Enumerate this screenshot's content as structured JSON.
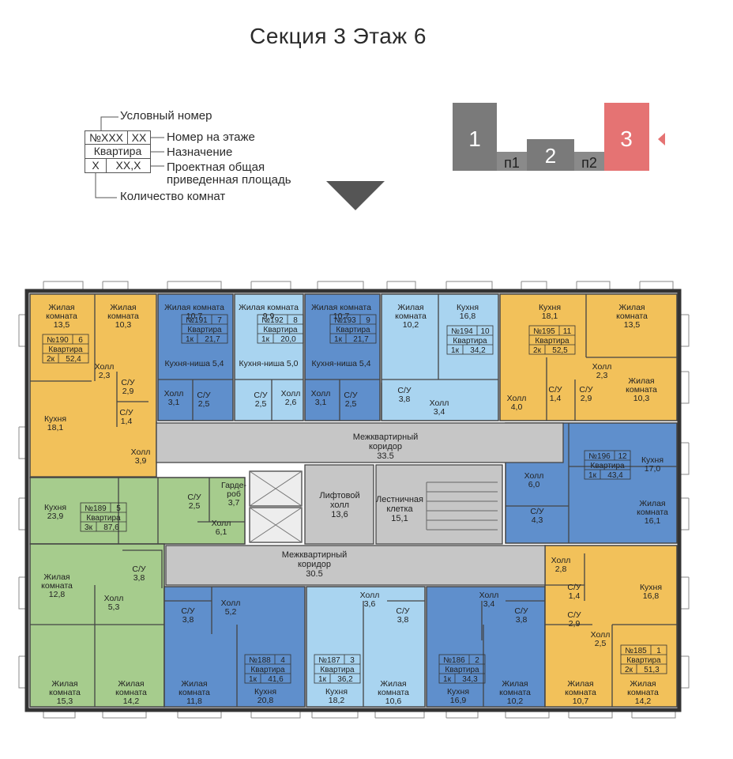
{
  "title": "Секция 3 Этаж 6",
  "legend": {
    "conditional_number": "Условный номер",
    "floor_number": "Номер на этаже",
    "purpose": "Назначение",
    "area_line1": "Проектная общая",
    "area_line2": "приведенная площадь",
    "room_count": "Количество комнат",
    "sample_number": "№XXX",
    "sample_floor": "XX",
    "sample_purpose": "Квартира",
    "sample_rooms": "X",
    "sample_area": "XX,X"
  },
  "sections": {
    "s1": "1",
    "p1": "п1",
    "s2": "2",
    "p2": "п2",
    "s3": "3"
  },
  "colors": {
    "yellow": "#f2c15a",
    "green": "#a6cc8d",
    "blue_dark": "#5f8fcc",
    "blue_light": "#a9d4f0",
    "corridor": "#c6c6c6",
    "section_gray": "#7a7a7a",
    "section_active": "#e57373"
  },
  "corridors": {
    "top": {
      "l1": "Межквартирный",
      "l2": "коридор",
      "a": "33.5"
    },
    "bottom": {
      "l1": "Межквартирный",
      "l2": "коридор",
      "a": "30.5"
    },
    "lift": {
      "l1": "Лифтовой",
      "l2": "холл",
      "a": "13,6"
    },
    "stair": {
      "l1": "Лестничная",
      "l2": "клетка",
      "a": "15,1"
    }
  },
  "apartments": [
    {
      "id": "a190",
      "n": "№190",
      "f": "6",
      "p": "Квартира",
      "r": "2к",
      "a": "52,4"
    },
    {
      "id": "a191",
      "n": "№191",
      "f": "7",
      "p": "Квартира",
      "r": "1к",
      "a": "21,7"
    },
    {
      "id": "a192",
      "n": "№192",
      "f": "8",
      "p": "Квартира",
      "r": "1к",
      "a": "20,0"
    },
    {
      "id": "a193",
      "n": "№193",
      "f": "9",
      "p": "Квартира",
      "r": "1к",
      "a": "21,7"
    },
    {
      "id": "a194",
      "n": "№194",
      "f": "10",
      "p": "Квартира",
      "r": "1к",
      "a": "34,2"
    },
    {
      "id": "a195",
      "n": "№195",
      "f": "11",
      "p": "Квартира",
      "r": "2к",
      "a": "52,5"
    },
    {
      "id": "a196",
      "n": "№196",
      "f": "12",
      "p": "Квартира",
      "r": "1к",
      "a": "43,4"
    },
    {
      "id": "a189",
      "n": "№189",
      "f": "5",
      "p": "Квартира",
      "r": "3к",
      "a": "87,6"
    },
    {
      "id": "a188",
      "n": "№188",
      "f": "4",
      "p": "Квартира",
      "r": "1к",
      "a": "41,6"
    },
    {
      "id": "a187",
      "n": "№187",
      "f": "3",
      "p": "Квартира",
      "r": "1к",
      "a": "36,2"
    },
    {
      "id": "a186",
      "n": "№186",
      "f": "2",
      "p": "Квартира",
      "r": "1к",
      "a": "34,3"
    },
    {
      "id": "a185",
      "n": "№185",
      "f": "1",
      "p": "Квартира",
      "r": "2к",
      "a": "51,3"
    }
  ],
  "rooms": [
    {
      "l": [
        "Жилая",
        "комната"
      ],
      "a": "13,5"
    },
    {
      "l": [
        "Жилая",
        "комната"
      ],
      "a": "10,3"
    },
    {
      "l": [
        "Холл"
      ],
      "a": "2,3"
    },
    {
      "l": [
        "С/У"
      ],
      "a": "2,9"
    },
    {
      "l": [
        "Кухня"
      ],
      "a": "18,1"
    },
    {
      "l": [
        "С/У"
      ],
      "a": "1,4"
    },
    {
      "l": [
        "Холл"
      ],
      "a": "3,9"
    },
    {
      "l": [
        "Жилая комната"
      ],
      "a": "10,7"
    },
    {
      "l": [
        "Кухня-ниша 5,4"
      ],
      "a": ""
    },
    {
      "l": [
        "Холл"
      ],
      "a": "3,1"
    },
    {
      "l": [
        "С/У"
      ],
      "a": "2,5"
    },
    {
      "l": [
        "Жилая комната"
      ],
      "a": "9,9"
    },
    {
      "l": [
        "Кухня-ниша 5,0"
      ],
      "a": ""
    },
    {
      "l": [
        "С/У"
      ],
      "a": "2,5"
    },
    {
      "l": [
        "Холл"
      ],
      "a": "2,6"
    },
    {
      "l": [
        "Жилая комната"
      ],
      "a": "10,7"
    },
    {
      "l": [
        "Кухня-ниша 5,4"
      ],
      "a": ""
    },
    {
      "l": [
        "Холл"
      ],
      "a": "3,1"
    },
    {
      "l": [
        "С/У"
      ],
      "a": "2,5"
    },
    {
      "l": [
        "Жилая",
        "комната"
      ],
      "a": "10,2"
    },
    {
      "l": [
        "Кухня"
      ],
      "a": "16,8"
    },
    {
      "l": [
        "С/У"
      ],
      "a": "3,8"
    },
    {
      "l": [
        "Холл"
      ],
      "a": "3,4"
    },
    {
      "l": [
        "Кухня"
      ],
      "a": "18,1"
    },
    {
      "l": [
        "Жилая",
        "комната"
      ],
      "a": "13,5"
    },
    {
      "l": [
        "Холл"
      ],
      "a": "2,3"
    },
    {
      "l": [
        "Жилая",
        "комната"
      ],
      "a": "10,3"
    },
    {
      "l": [
        "Холл"
      ],
      "a": "4,0"
    },
    {
      "l": [
        "С/У"
      ],
      "a": "1,4"
    },
    {
      "l": [
        "С/У"
      ],
      "a": "2,9"
    },
    {
      "l": [
        "Кухня"
      ],
      "a": "17,0"
    },
    {
      "l": [
        "Холл"
      ],
      "a": "6,0"
    },
    {
      "l": [
        "С/У"
      ],
      "a": "4,3"
    },
    {
      "l": [
        "Жилая",
        "комната"
      ],
      "a": "16,1"
    },
    {
      "l": [
        "Кухня"
      ],
      "a": "23,9"
    },
    {
      "l": [
        "С/У"
      ],
      "a": "2,5"
    },
    {
      "l": [
        "Гарде-",
        "роб"
      ],
      "a": "3,7"
    },
    {
      "l": [
        "Холл"
      ],
      "a": "6,1"
    },
    {
      "l": [
        "Жилая",
        "комната"
      ],
      "a": "12,8"
    },
    {
      "l": [
        "С/У"
      ],
      "a": "3,8"
    },
    {
      "l": [
        "Холл"
      ],
      "a": "5,3"
    },
    {
      "l": [
        "Жилая",
        "комната"
      ],
      "a": "15,3"
    },
    {
      "l": [
        "Жилая",
        "комната"
      ],
      "a": "14,2"
    },
    {
      "l": [
        "С/У"
      ],
      "a": "3,8"
    },
    {
      "l": [
        "Холл"
      ],
      "a": "5,2"
    },
    {
      "l": [
        "Жилая",
        "комната"
      ],
      "a": "11,8"
    },
    {
      "l": [
        "Кухня"
      ],
      "a": "20,8"
    },
    {
      "l": [
        "Холл"
      ],
      "a": "3,6"
    },
    {
      "l": [
        "С/У"
      ],
      "a": "3,8"
    },
    {
      "l": [
        "Кухня"
      ],
      "a": "18,2"
    },
    {
      "l": [
        "Жилая",
        "комната"
      ],
      "a": "10,6"
    },
    {
      "l": [
        "Холл"
      ],
      "a": "3,4"
    },
    {
      "l": [
        "С/У"
      ],
      "a": "3,8"
    },
    {
      "l": [
        "Кухня"
      ],
      "a": "16,9"
    },
    {
      "l": [
        "Жилая",
        "комната"
      ],
      "a": "10,2"
    },
    {
      "l": [
        "Холл"
      ],
      "a": "2,8"
    },
    {
      "l": [
        "С/У"
      ],
      "a": "1,4"
    },
    {
      "l": [
        "Кухня"
      ],
      "a": "16,8"
    },
    {
      "l": [
        "С/У"
      ],
      "a": "2,9"
    },
    {
      "l": [
        "Холл"
      ],
      "a": "2,5"
    },
    {
      "l": [
        "Жилая",
        "комната"
      ],
      "a": "10,7"
    },
    {
      "l": [
        "Жилая",
        "комната"
      ],
      "a": "14,2"
    }
  ]
}
